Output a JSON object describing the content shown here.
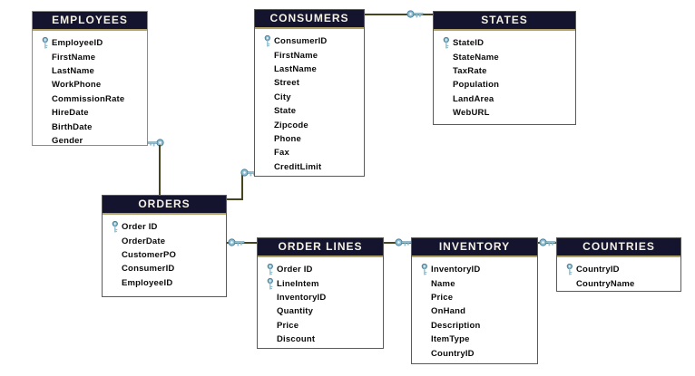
{
  "diagram_type": "entity-relationship-diagram",
  "colors": {
    "header_background": "#14142e",
    "header_text": "#f5f1e4",
    "header_accent_line": "#b3a266",
    "connector_line": "#45451f",
    "key_icon_fill": "#93bfd2",
    "key_icon_outline": "#49809b",
    "table_border": "#5a5a5a",
    "field_text": "#0a0a0a",
    "background": "#ffffff"
  },
  "tables": [
    {
      "name": "EMPLOYEES",
      "fields": [
        {
          "name": "EmployeeID",
          "pk": true
        },
        {
          "name": "FirstName",
          "pk": false
        },
        {
          "name": "LastName",
          "pk": false
        },
        {
          "name": "WorkPhone",
          "pk": false
        },
        {
          "name": "CommissionRate",
          "pk": false
        },
        {
          "name": "HireDate",
          "pk": false
        },
        {
          "name": "BirthDate",
          "pk": false
        },
        {
          "name": "Gender",
          "pk": false
        }
      ]
    },
    {
      "name": "CONSUMERS",
      "fields": [
        {
          "name": "ConsumerID",
          "pk": true
        },
        {
          "name": "FirstName",
          "pk": false
        },
        {
          "name": "LastName",
          "pk": false
        },
        {
          "name": "Street",
          "pk": false
        },
        {
          "name": "City",
          "pk": false
        },
        {
          "name": "State",
          "pk": false
        },
        {
          "name": "Zipcode",
          "pk": false
        },
        {
          "name": "Phone",
          "pk": false
        },
        {
          "name": "Fax",
          "pk": false
        },
        {
          "name": "CreditLimit",
          "pk": false
        }
      ]
    },
    {
      "name": "STATES",
      "fields": [
        {
          "name": "StateID",
          "pk": true
        },
        {
          "name": "StateName",
          "pk": false
        },
        {
          "name": "TaxRate",
          "pk": false
        },
        {
          "name": "Population",
          "pk": false
        },
        {
          "name": "LandArea",
          "pk": false
        },
        {
          "name": "WebURL",
          "pk": false
        }
      ]
    },
    {
      "name": "ORDERS",
      "fields": [
        {
          "name": "Order ID",
          "pk": true
        },
        {
          "name": "OrderDate",
          "pk": false
        },
        {
          "name": "CustomerPO",
          "pk": false
        },
        {
          "name": "ConsumerID",
          "pk": false
        },
        {
          "name": "EmployeeID",
          "pk": false
        }
      ]
    },
    {
      "name": "ORDER LINES",
      "fields": [
        {
          "name": "Order ID",
          "pk": true
        },
        {
          "name": "LineIntem",
          "pk": true
        },
        {
          "name": "InventoryID",
          "pk": false
        },
        {
          "name": "Quantity",
          "pk": false
        },
        {
          "name": "Price",
          "pk": false
        },
        {
          "name": "Discount",
          "pk": false
        }
      ]
    },
    {
      "name": "INVENTORY",
      "fields": [
        {
          "name": "InventoryID",
          "pk": true
        },
        {
          "name": "Name",
          "pk": false
        },
        {
          "name": "Price",
          "pk": false
        },
        {
          "name": "OnHand",
          "pk": false
        },
        {
          "name": "Description",
          "pk": false
        },
        {
          "name": "ItemType",
          "pk": false
        },
        {
          "name": "CountryID",
          "pk": false
        }
      ]
    },
    {
      "name": "COUNTRIES",
      "fields": [
        {
          "name": "CountryID",
          "pk": true
        },
        {
          "name": "CountryName",
          "pk": false
        }
      ]
    }
  ],
  "relationships": [
    {
      "from": "EMPLOYEES",
      "to": "ORDERS",
      "key_symbol_at": "EMPLOYEES"
    },
    {
      "from": "ORDERS",
      "to": "CONSUMERS",
      "key_symbol_at": "CONSUMERS"
    },
    {
      "from": "CONSUMERS",
      "to": "STATES",
      "key_symbol_at": "STATES"
    },
    {
      "from": "ORDERS",
      "to": "ORDER LINES",
      "key_symbol_at": "ORDERS"
    },
    {
      "from": "ORDER LINES",
      "to": "INVENTORY",
      "key_symbol_at": "INVENTORY"
    },
    {
      "from": "INVENTORY",
      "to": "COUNTRIES",
      "key_symbol_at": "COUNTRIES"
    }
  ]
}
